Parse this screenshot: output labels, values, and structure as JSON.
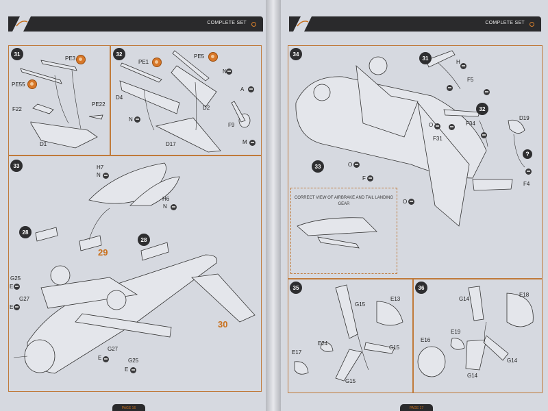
{
  "header": {
    "title": "COMPLETE SET"
  },
  "left_page": {
    "footer": "PAGE 16",
    "steps": {
      "s31": "31",
      "s32": "32",
      "s33": "33",
      "sub28a": "28",
      "sub28b": "28",
      "sub29": "29",
      "sub30": "30"
    },
    "labels": {
      "pe3": "PE3",
      "pe55": "PE55",
      "f22": "F22",
      "pe22": "PE22",
      "d1": "D1",
      "pe1": "PE1",
      "pe5": "PE5",
      "d4": "D4",
      "d2": "D2",
      "f9": "F9",
      "d17": "D17",
      "n1": "N",
      "n2": "N",
      "a1": "A",
      "m1": "M",
      "h7": "H7",
      "h6": "H6",
      "n3": "N",
      "n4": "N",
      "g25a": "G25",
      "g27a": "G27",
      "g27b": "G27",
      "g25b": "G25",
      "e1": "E",
      "e2": "E",
      "e3": "E",
      "e4": "E"
    }
  },
  "right_page": {
    "footer": "PAGE 17",
    "steps": {
      "s34": "34",
      "s35": "35",
      "s36": "36",
      "sub31": "31",
      "sub32": "32",
      "sub33": "33"
    },
    "note": "CORRECT VIEW OF AIRBRAKE AND TAIL LANDING GEAR",
    "question": "?",
    "labels": {
      "h": "H",
      "f5": "F5",
      "f34": "F34",
      "f31": "F31",
      "d19": "D19",
      "f4": "F4",
      "o1": "O",
      "o2": "O",
      "o3": "O",
      "f1": "F",
      "g15a": "G15",
      "e13": "E13",
      "e24": "E24",
      "e17": "E17",
      "g15b": "G15",
      "g15c": "G15",
      "g14a": "G14",
      "e18": "E18",
      "e16": "E16",
      "e19": "E19",
      "g14b": "G14",
      "g14c": "G14"
    }
  }
}
